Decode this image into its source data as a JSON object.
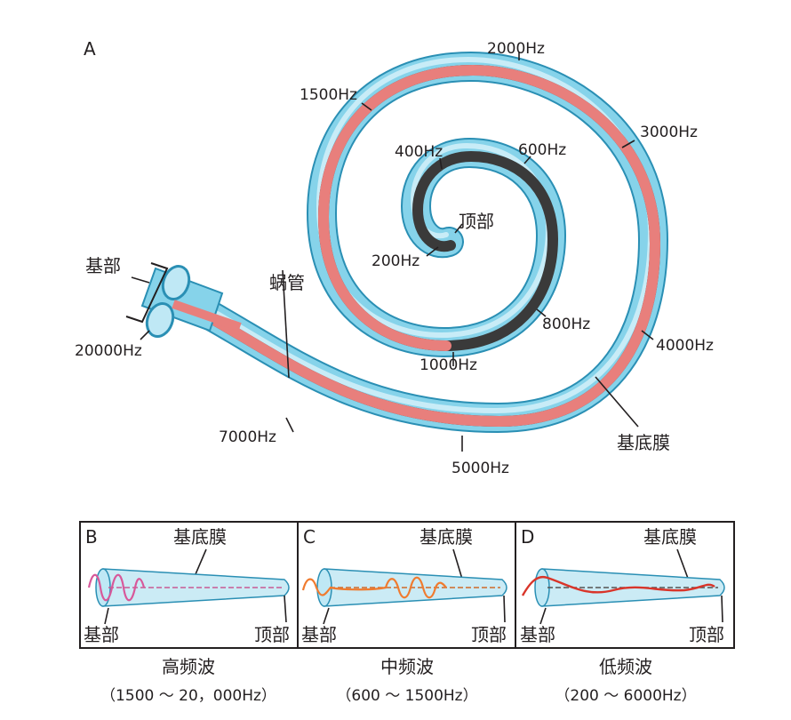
{
  "colors": {
    "tube_outer": "#3aa6c9",
    "tube_fill": "#86d3ea",
    "tube_highlight": "#d8f2fa",
    "membrane": "#e87f7c",
    "membrane_dark": "#3a3a3a",
    "panel_border": "#231f20",
    "wave_high": "#d8589a",
    "wave_mid": "#f07b2f",
    "wave_low": "#d9352a"
  },
  "panel_a": {
    "letter": "A",
    "base_label": "基部",
    "apex_label": "顶部",
    "duct_label": "蜗管",
    "membrane_label": "基底膜",
    "freq_labels": {
      "f20000": "20000Hz",
      "f7000": "7000Hz",
      "f5000": "5000Hz",
      "f4000": "4000Hz",
      "f3000": "3000Hz",
      "f2000": "2000Hz",
      "f1500": "1500Hz",
      "f1000": "1000Hz",
      "f800": "800Hz",
      "f600": "600Hz",
      "f400": "400Hz",
      "f200": "200Hz"
    }
  },
  "panels": [
    {
      "letter": "B",
      "membrane_label": "基底膜",
      "base_label": "基部",
      "apex_label": "顶部",
      "caption": "高频波",
      "range": "（1500 ～ 20，000Hz）"
    },
    {
      "letter": "C",
      "membrane_label": "基底膜",
      "base_label": "基部",
      "apex_label": "顶部",
      "caption": "中频波",
      "range": "（600 ～ 1500Hz）"
    },
    {
      "letter": "D",
      "membrane_label": "基底膜",
      "base_label": "基部",
      "apex_label": "顶部",
      "caption": "低频波",
      "range": "（200 ～ 6000Hz）"
    }
  ]
}
